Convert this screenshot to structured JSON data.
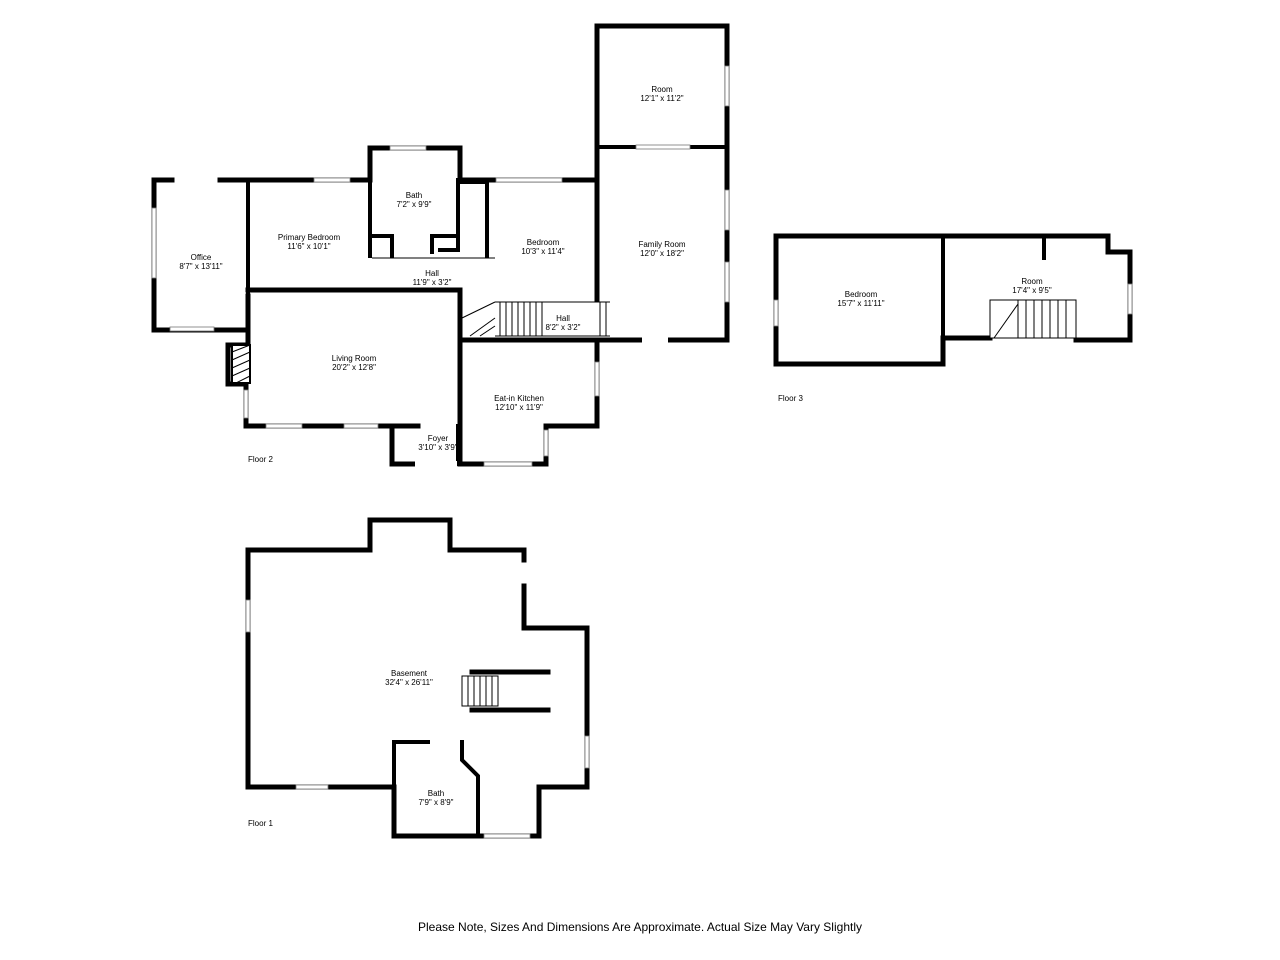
{
  "floors": {
    "floor2": {
      "label": "Floor 2",
      "rooms": {
        "office": {
          "name": "Office",
          "dims": "8'7\" x 13'11\""
        },
        "primary_bedroom": {
          "name": "Primary Bedroom",
          "dims": "11'6\" x 10'1\""
        },
        "bath": {
          "name": "Bath",
          "dims": "7'2\" x 9'9\""
        },
        "bedroom": {
          "name": "Bedroom",
          "dims": "10'3\" x 11'4\""
        },
        "room": {
          "name": "Room",
          "dims": "12'1\" x 11'2\""
        },
        "family_room": {
          "name": "Family Room",
          "dims": "12'0\" x 18'2\""
        },
        "hall_upper": {
          "name": "Hall",
          "dims": "11'9\" x 3'2\""
        },
        "hall_lower": {
          "name": "Hall",
          "dims": "8'2\" x 3'2\""
        },
        "living_room": {
          "name": "Living Room",
          "dims": "20'2\" x 12'8\""
        },
        "kitchen": {
          "name": "Eat-in Kitchen",
          "dims": "12'10\" x 11'9\""
        },
        "foyer": {
          "name": "Foyer",
          "dims": "3'10\" x 3'9\""
        }
      }
    },
    "floor3": {
      "label": "Floor 3",
      "rooms": {
        "bedroom": {
          "name": "Bedroom",
          "dims": "15'7\" x 11'11\""
        },
        "room": {
          "name": "Room",
          "dims": "17'4\" x 9'5\""
        }
      }
    },
    "floor1": {
      "label": "Floor 1",
      "rooms": {
        "basement": {
          "name": "Basement",
          "dims": "32'4\" x 26'11\""
        },
        "bath": {
          "name": "Bath",
          "dims": "7'9\" x 8'9\""
        }
      }
    }
  },
  "disclaimer": "Please Note, Sizes And Dimensions Are Approximate. Actual Size May Vary Slightly"
}
